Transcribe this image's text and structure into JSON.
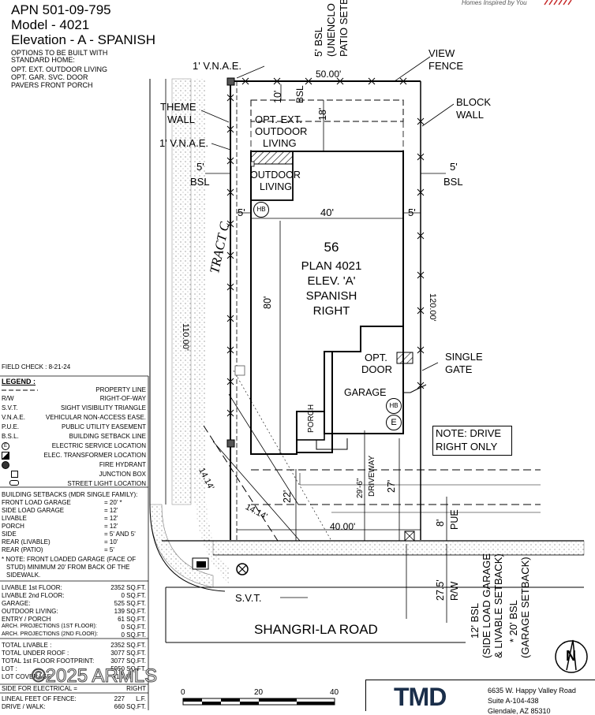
{
  "header": {
    "apn": "APN 501-09-795",
    "model": "Model - 4021",
    "elevation": "Elevation - A - SPANISH",
    "options_title_1": "OPTIONS TO BE BUILT WITH",
    "options_title_2": "STANDARD HOME:",
    "options": [
      "OPT. EXT. OUTDOOR LIVING",
      "OPT. GAR. SVC. DOOR",
      "PAVERS FRONT PORCH"
    ]
  },
  "brand_tagline": "Homes Inspired by You",
  "plan": {
    "lot_number": "56",
    "plan_name": "PLAN 4021",
    "elevation": "ELEV. 'A'",
    "style": "SPANISH",
    "orientation": "RIGHT",
    "tract": "TRACT C"
  },
  "labels": {
    "bsl_top": "5' BSL",
    "bsl_top_sub_1": "(UNENCLO",
    "bsl_top_sub_2": "PATIO SETB",
    "vnae_top": "1' V.N.A.E.",
    "view_fence_1": "VIEW",
    "view_fence_2": "FENCE",
    "theme_wall_1": "THEME",
    "theme_wall_2": "WALL",
    "vnae_left": "1' V.N.A.E.",
    "block_wall_1": "BLOCK",
    "block_wall_2": "WALL",
    "bsl_left_1": "5'",
    "bsl_left_2": "BSL",
    "bsl_right_1": "5'",
    "bsl_right_2": "BSL",
    "opt_ext_1": "OPT. EXT.",
    "opt_ext_2": "OUTDOOR",
    "opt_ext_3": "LIVING",
    "outdoor_1": "OUTDOOR",
    "outdoor_2": "LIVING",
    "hb": "HB",
    "e": "E",
    "opt_door_1": "OPT.",
    "opt_door_2": "DOOR",
    "garage": "GARAGE",
    "porch": "PORCH",
    "single_gate_1": "SINGLE",
    "single_gate_2": "GATE",
    "driveway": "DRIVEWAY",
    "pue": "PUE",
    "rw": "R/W",
    "svt": "S.V.T.",
    "road": "SHANGRI-LA ROAD",
    "side_bsl_1": "12' BSL",
    "side_bsl_2": "(SIDE LOAD GARAGE",
    "side_bsl_3": "& LIVABLE SETBACK)",
    "garage_bsl_1": "* 20' BSL",
    "garage_bsl_2": "(GARAGE SETBACK)",
    "north": "N"
  },
  "dimensions": {
    "top_width": "50.00'",
    "d10": "10'",
    "d18": "18'",
    "d5a": "5'",
    "d5b": "5'",
    "d40": "40'",
    "d80": "80'",
    "d110": "110.00'",
    "d120": "120.00'",
    "d14a": "14.14'",
    "d14b": "14.14'",
    "d22": "22'",
    "d29": "29'-6\"",
    "d27": "27'",
    "d40b": "40.00'",
    "d8": "8'",
    "d27_5": "27.5'"
  },
  "note": {
    "line1": "NOTE: DRIVE",
    "line2": "RIGHT ONLY"
  },
  "field_check": "FIELD CHECK : 8-21-24",
  "legend": {
    "title": "LEGEND :",
    "items": [
      {
        "abbr": "",
        "desc": "PROPERTY LINE"
      },
      {
        "abbr": "R/W",
        "desc": "RIGHT-OF-WAY"
      },
      {
        "abbr": "S.V.T.",
        "desc": "SIGHT VISIBILITY TRIANGLE"
      },
      {
        "abbr": "V.N.A.E.",
        "desc": "VEHICULAR NON-ACCESS EASE."
      },
      {
        "abbr": "P.U.E.",
        "desc": "PUBLIC UTILITY EASEMENT"
      },
      {
        "abbr": "B.S.L.",
        "desc": "BUILDING SETBACK LINE"
      },
      {
        "abbr": "E",
        "desc": "ELECTRIC SERVICE LOCATION"
      },
      {
        "abbr": "",
        "desc": "ELEC. TRANSFORMER LOCATION"
      },
      {
        "abbr": "",
        "desc": "FIRE HYDRANT"
      },
      {
        "abbr": "",
        "desc": "JUNCTION BOX"
      },
      {
        "abbr": "",
        "desc": "STREET LIGHT LOCATION"
      }
    ]
  },
  "setbacks": {
    "title": "BUILDING SETBACKS (MDR SINGLE FAMILY):",
    "rows": [
      {
        "label": "FRONT LOAD GARAGE",
        "value": "= 20' *"
      },
      {
        "label": "SIDE LOAD GARAGE",
        "value": "= 12'"
      },
      {
        "label": "LIVABLE",
        "value": "= 12'"
      },
      {
        "label": "PORCH",
        "value": "= 12'"
      },
      {
        "label": "SIDE",
        "value": "= 5' AND 5'"
      },
      {
        "label": "REAR (LIVABLE)",
        "value": "= 10'"
      },
      {
        "label": "REAR (PATIO)",
        "value": "= 5'"
      }
    ],
    "note_1": "* NOTE: FRONT LOADED GARAGE (FACE OF",
    "note_2": "STUD) MINIMUM 20' FROM BACK OF THE",
    "note_3": "SIDEWALK."
  },
  "areas": [
    {
      "label": "LIVABLE 1st FLOOR:",
      "value": "2352",
      "unit": "SQ.FT."
    },
    {
      "label": "LIVABLE 2nd FLOOR:",
      "value": "0",
      "unit": "SQ.FT."
    },
    {
      "label": "GARAGE:",
      "value": "525",
      "unit": "SQ.FT."
    },
    {
      "label": "OUTDOOR LIVING:",
      "value": "139",
      "unit": "SQ.FT."
    },
    {
      "label": "ENTRY / PORCH",
      "value": "61",
      "unit": "SQ.FT."
    },
    {
      "label": "ARCH. PROJECTIONS (1ST FLOOR):",
      "value": "0",
      "unit": "SQ.FT."
    },
    {
      "label": "ARCH. PROJECTIONS (2ND FLOOR):",
      "value": "0",
      "unit": "SQ.FT."
    }
  ],
  "totals": [
    {
      "label": "TOTAL LIVABLE :",
      "value": "2352",
      "unit": "SQ.FT."
    },
    {
      "label": "TOTAL UNDER ROOF :",
      "value": "3077",
      "unit": "SQ.FT."
    },
    {
      "label": "TOTAL 1st FLOOR FOOTPRINT:",
      "value": "3077",
      "unit": "SQ.FT."
    },
    {
      "label": "LOT :",
      "value": "5950",
      "unit": "SQ.FT."
    },
    {
      "label": "LOT COVERAGE",
      "value": "51.7",
      "unit": "%"
    }
  ],
  "side_electrical": {
    "label": "SIDE FOR ELECTRICAL =",
    "value": "RIGHT"
  },
  "fence": {
    "label": "LINEAL FEET OF FENCE:",
    "value": "227",
    "unit": "L.F."
  },
  "drive": {
    "label": "DRIVE / WALK:",
    "value": "660",
    "unit": "SQ.FT."
  },
  "watermark": "©2025 ARMLS",
  "scale": {
    "ticks": [
      "0",
      "20",
      "40"
    ]
  },
  "company": {
    "logo": "TMD",
    "address_1": "6635 W. Happy Valley Road",
    "address_2": "Suite A-104-438",
    "address_3": "Glendale, AZ 85310"
  }
}
